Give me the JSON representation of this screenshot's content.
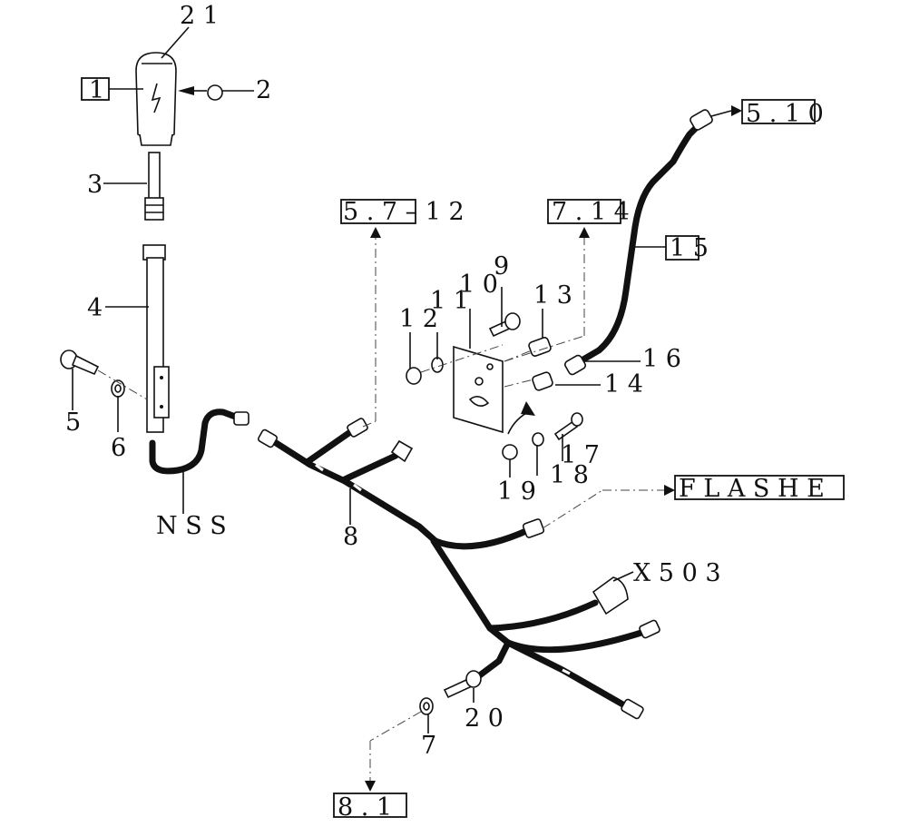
{
  "diagram": {
    "callouts": {
      "c21": "2 1",
      "c2": "2",
      "c3": "3",
      "c4": "4",
      "c5": "5",
      "c6": "6",
      "c8": "8",
      "c9": "9",
      "c10": "1 0",
      "c11": "1 1",
      "c12": "1 2",
      "c13": "1 3",
      "c14": "1 4",
      "c16": "1 6",
      "c17": "1 7",
      "c18": "1 8",
      "c19": "1 9",
      "c20": "2 0",
      "c7": "7",
      "nss": "N S S",
      "x503": "X   5 0 3"
    },
    "refs": {
      "box1": "1",
      "ref510": "5 . 1 0",
      "ref5712": "5 . 7 – 1 2",
      "ref714": "7 . 1 4",
      "ref15": "1 5",
      "flasher": "F L A S H E",
      "ref81": "8 . 1"
    }
  }
}
